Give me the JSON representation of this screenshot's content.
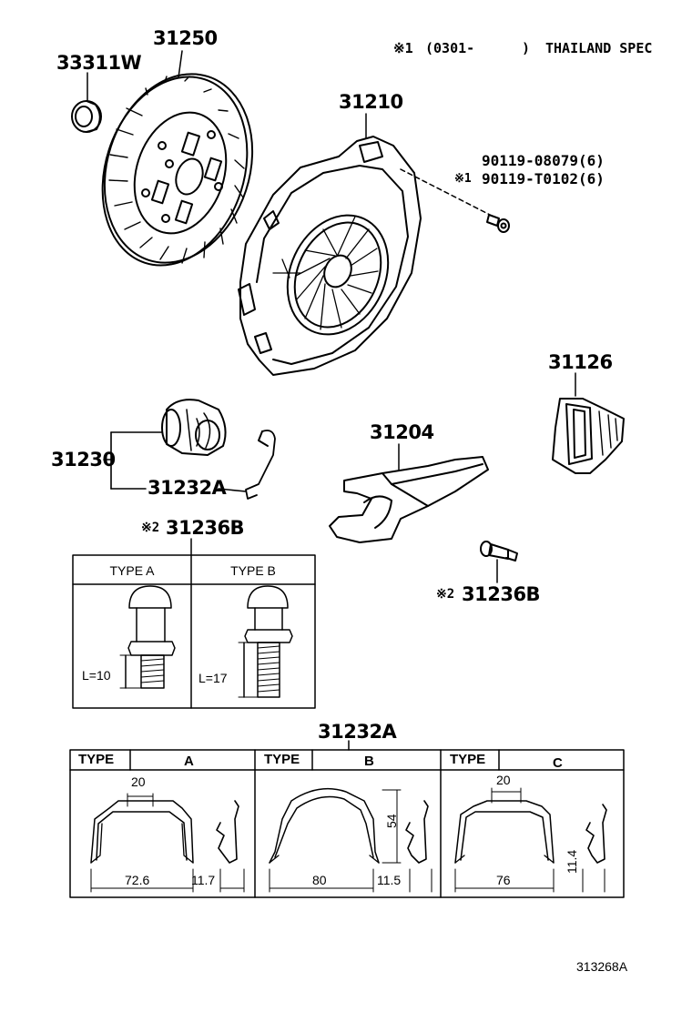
{
  "note": {
    "mark": "※1",
    "code": "(0301-",
    "close": ")",
    "text": "THAILAND SPEC"
  },
  "parts": {
    "p33311W": "33311W",
    "p31250": "31250",
    "p31210": "31210",
    "bolt_a": "90119-08079(6)",
    "bolt_b_mark": "※1",
    "bolt_b": "90119-T0102(6)",
    "p31126": "31126",
    "p31230": "31230",
    "p31232A": "31232A",
    "p31204": "31204",
    "p31236B_mark": "※2",
    "p31236B": "31236B",
    "p31236B_right_mark": "※2",
    "p31236B_right": "31236B"
  },
  "type_table": {
    "type_a": "TYPE A",
    "type_b": "TYPE B",
    "len_a": "L=10",
    "len_b": "L=17"
  },
  "clip_table": {
    "title": "31232A",
    "type_label": "TYPE",
    "types": [
      "A",
      "B",
      "C"
    ],
    "a_top": "20",
    "a_width": "72.6",
    "a_side": "11.7",
    "b_height": "54",
    "b_width": "80",
    "b_side": "11.5",
    "c_top": "20",
    "c_width": "76",
    "c_side": "11.4"
  },
  "footer": {
    "code": "313268A"
  }
}
